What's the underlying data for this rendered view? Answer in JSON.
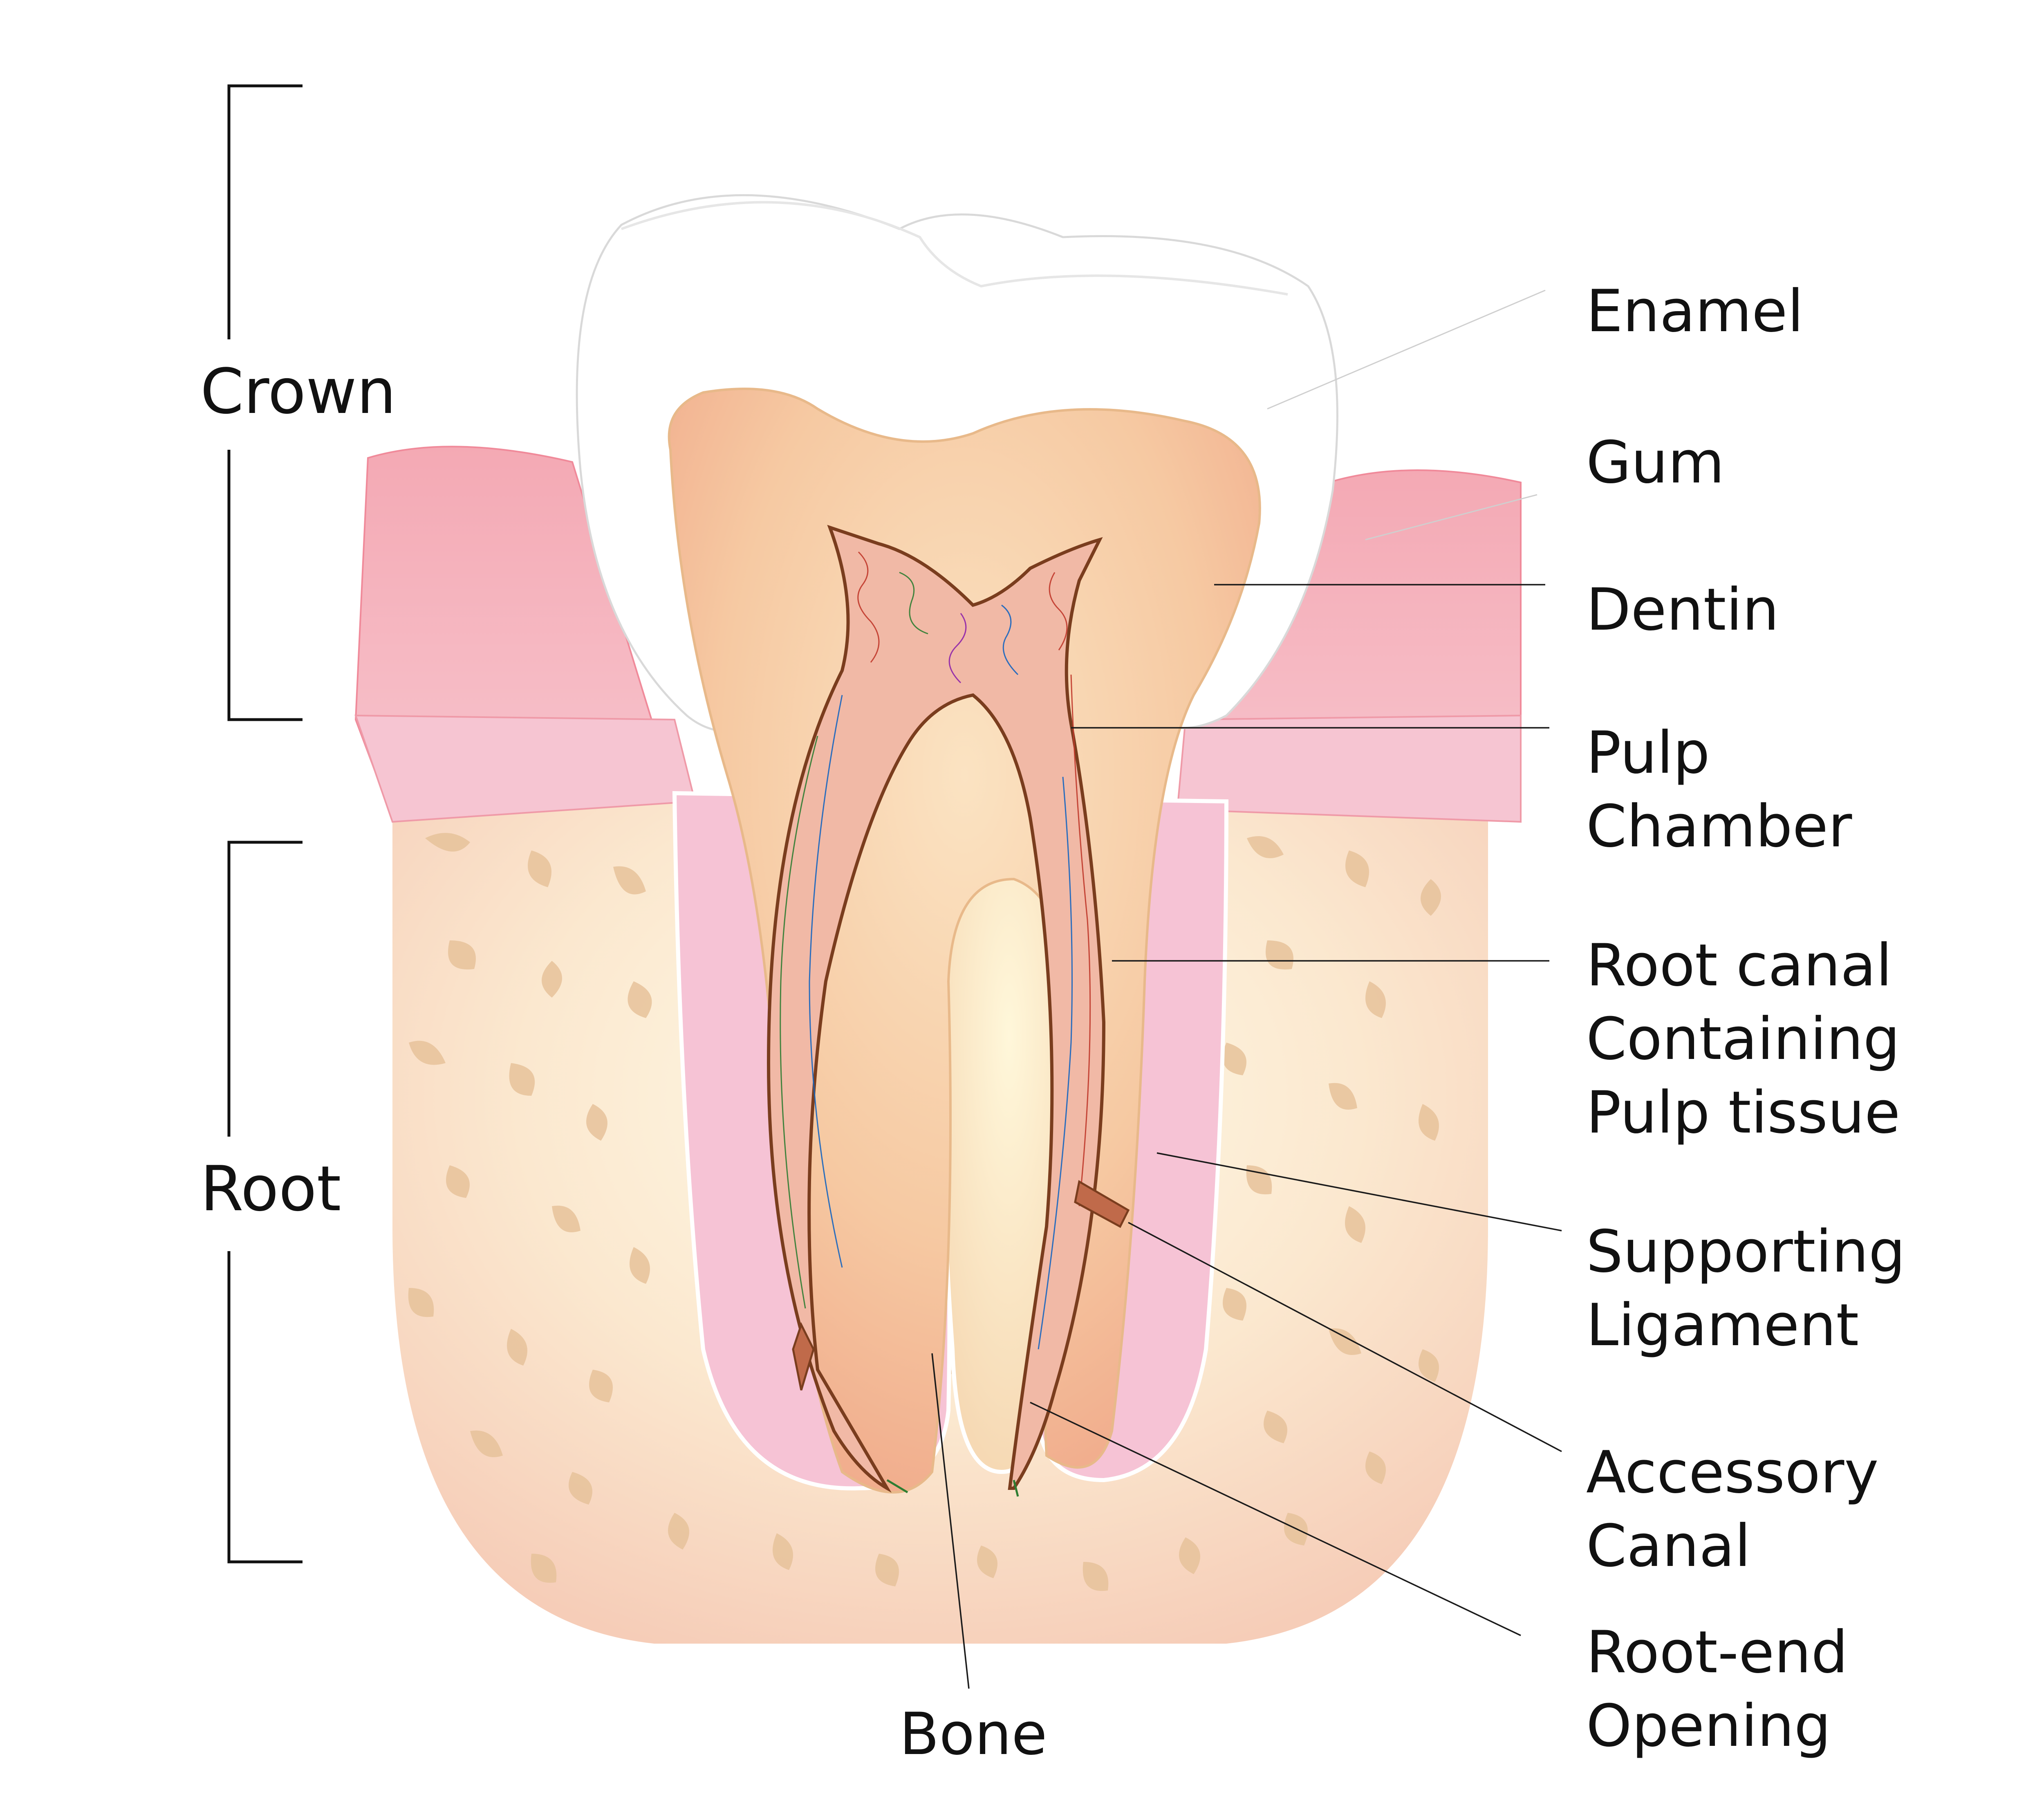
{
  "section_labels": {
    "crown": "Crown",
    "root": "Root"
  },
  "labels": {
    "enamel": "Enamel",
    "gum": "Gum",
    "dentin": "Dentin",
    "pulp_chamber": [
      "Pulp",
      "Chamber"
    ],
    "root_canal": [
      "Root canal",
      "Containing",
      "Pulp tissue"
    ],
    "supporting_ligament": [
      "Supporting",
      "Ligament"
    ],
    "accessory_canal": [
      "Accessory",
      "Canal"
    ],
    "root_end_opening": [
      "Root-end",
      "Opening"
    ],
    "bone": "Bone"
  },
  "colors": {
    "enamel": "#ffffff",
    "gum": "#f2a7b3",
    "gum_light": "#f7c9d2",
    "dentin": "#f7c79e",
    "pulp": "#f3c0b0",
    "pulp_outline": "#8a4a2a",
    "ligament": "#f6c6d6",
    "bone": "#fbe8d0",
    "bone_spots": "#e8c49a"
  }
}
